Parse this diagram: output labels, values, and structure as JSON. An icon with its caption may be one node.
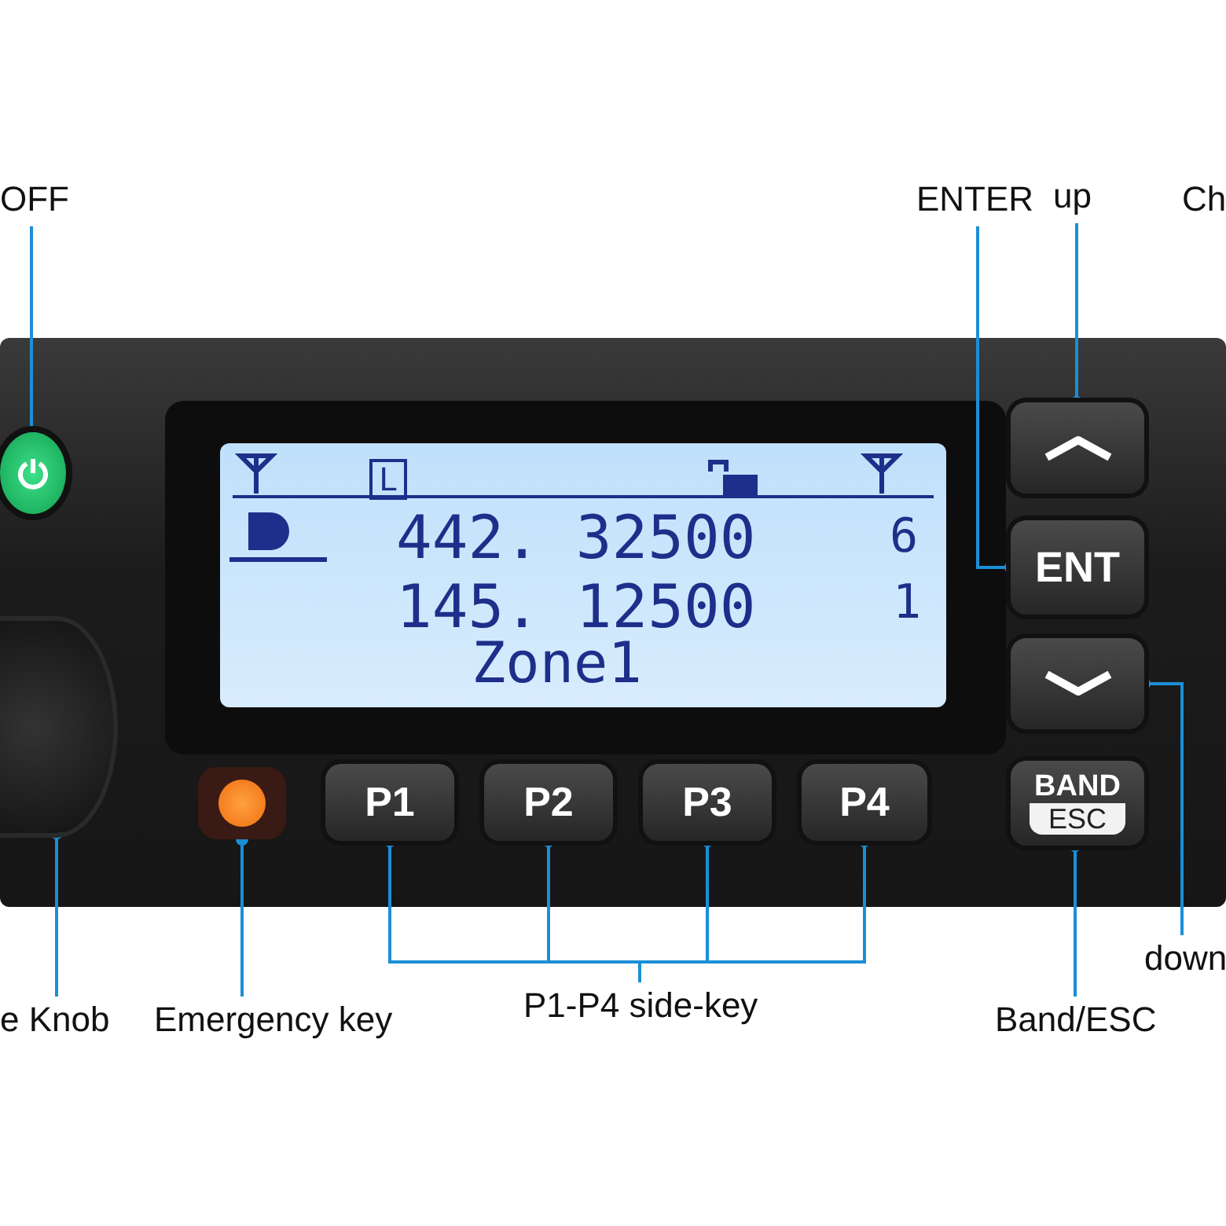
{
  "diagram": {
    "nodes": [
      {
        "text": [
          "OFF"
        ]
      },
      {
        "text": [
          "ENTER"
        ]
      },
      {
        "text": [
          "up"
        ]
      },
      {
        "text": [],
        "shape": "circle"
      },
      {
        "text": [],
        "shape": "box"
      },
      {
        "text": [
          "ENT"
        ]
      },
      {
        "text": [
          "L",
          "442. 32500",
          "6",
          "145. 12500",
          "1",
          "Zone1"
        ]
      },
      {
        "text": [],
        "shape": "box"
      },
      {
        "text": [],
        "shape": "circle"
      },
      {
        "text": [],
        "shape": "circle"
      },
      {
        "text": [
          "P1"
        ]
      },
      {
        "text": [
          "P2"
        ]
      },
      {
        "text": [
          "P3"
        ]
      },
      {
        "text": [
          "P4"
        ]
      },
      {
        "text": [
          "BAND",
          "ESC"
        ]
      },
      {
        "text": [
          "down"
        ]
      },
      {
        "text": [
          "e Knob"
        ]
      },
      {
        "text": [
          "Emergency key"
        ]
      },
      {
        "text": [
          "P1-P4 side-key"
        ]
      },
      {
        "text": [
          "Band/ESC"
        ]
      }
    ],
    "edges": [
      {
        "from": 0,
        "to": 3,
        "arrow": "other"
      },
      {
        "from": 1,
        "to": 5,
        "arrow": "other"
      },
      {
        "from": 2,
        "to": 4,
        "arrow": "other"
      },
      {
        "from": 15,
        "to": 7,
        "arrow": "other"
      },
      {
        "from": 16,
        "to": 8,
        "arrow": "other"
      },
      {
        "from": 17,
        "to": 9,
        "arrow": "other"
      },
      {
        "from": 18,
        "to": 10,
        "arrow": "other"
      },
      {
        "from": 18,
        "to": 11,
        "arrow": "other"
      },
      {
        "from": 18,
        "to": 12,
        "arrow": "other"
      },
      {
        "from": 18,
        "to": 13,
        "arrow": "other"
      },
      {
        "from": 19,
        "to": 14,
        "arrow": "other"
      }
    ],
    "labels": [
      "Ch"
    ]
  }
}
